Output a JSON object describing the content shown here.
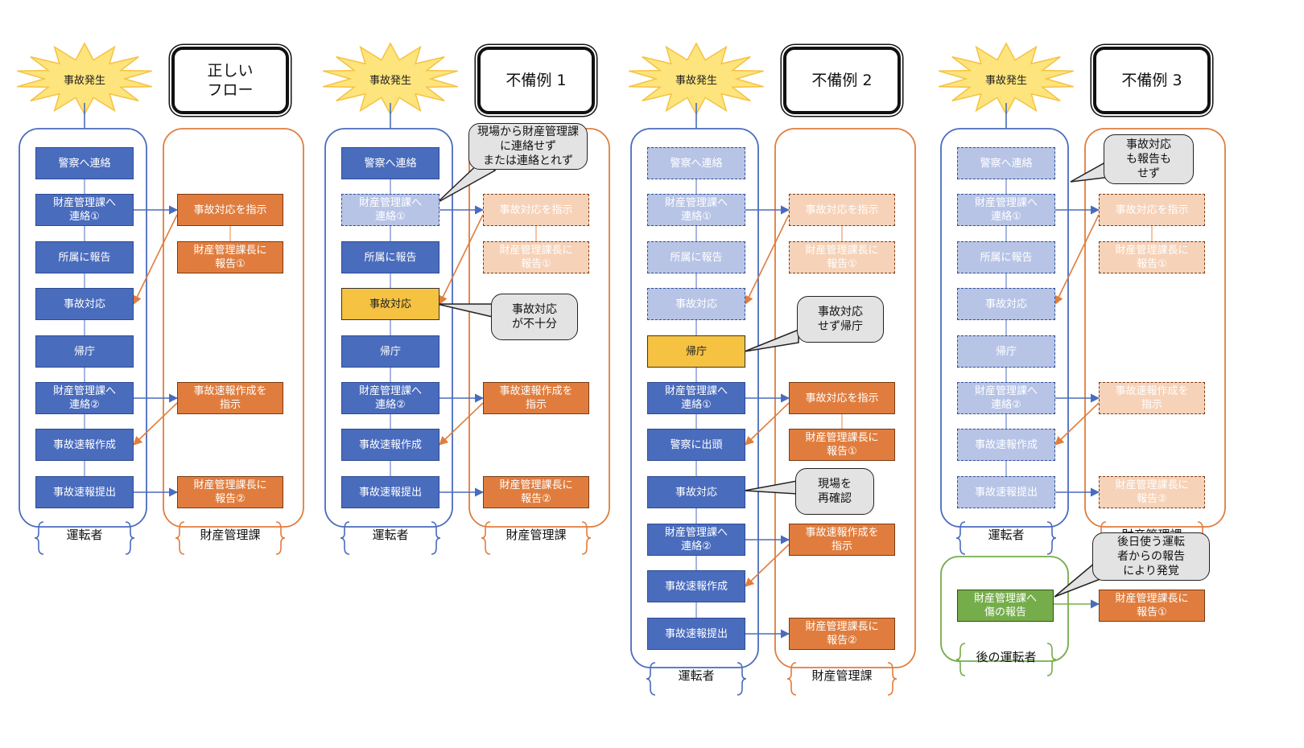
{
  "accident": "事故発生",
  "lane_driver": "運転者",
  "lane_section": "財産管理課",
  "lane_later_driver": "後の運転者",
  "colors": {
    "blue": "#4a6cbd",
    "orange": "#e07d3e",
    "yellow": "#f5c242",
    "green": "#76ad4b",
    "gray_callout": "#e3e3e3"
  },
  "panels": [
    {
      "title": "正しい\nフロー",
      "driver_steps": [
        "警察へ連絡",
        "財産管理課へ\n連絡①",
        "所属に報告",
        "事故対応",
        "帰庁",
        "財産管理課へ\n連絡②",
        "事故速報作成",
        "事故速報提出"
      ],
      "section_steps": [
        "事故対応を指示",
        "財産管理課長に\n報告①",
        "事故速報作成を\n指示",
        "財産管理課長に\n報告②"
      ]
    },
    {
      "title": "不備例 1",
      "driver_steps": [
        "警察へ連絡",
        "財産管理課へ\n連絡①",
        "所属に報告",
        "事故対応",
        "帰庁",
        "財産管理課へ\n連絡②",
        "事故速報作成",
        "事故速報提出"
      ],
      "section_steps": [
        "事故対応を指示",
        "財産管理課長に\n報告①",
        "事故速報作成を\n指示",
        "財産管理課長に\n報告②"
      ],
      "callouts": [
        "現場から財産管理課\nに連絡せず\nまたは連絡とれず",
        "事故対応\nが不十分"
      ]
    },
    {
      "title": "不備例 2",
      "driver_steps": [
        "警察へ連絡",
        "財産管理課へ\n連絡①",
        "所属に報告",
        "事故対応",
        "帰庁",
        "財産管理課へ\n連絡①",
        "警察に出頭",
        "事故対応",
        "財産管理課へ\n連絡②",
        "事故速報作成",
        "事故速報提出"
      ],
      "section_steps": [
        "事故対応を指示",
        "財産管理課長に\n報告①",
        "事故対応を指示",
        "財産管理課長に\n報告①",
        "事故速報作成を\n指示",
        "財産管理課長に\n報告②"
      ],
      "callouts": [
        "事故対応\nせず帰庁",
        "現場を\n再確認"
      ]
    },
    {
      "title": "不備例 3",
      "driver_steps": [
        "警察へ連絡",
        "財産管理課へ\n連絡①",
        "所属に報告",
        "事故対応",
        "帰庁",
        "財産管理課へ\n連絡②",
        "事故速報作成",
        "事故速報提出"
      ],
      "section_steps": [
        "事故対応を指示",
        "財産管理課長に\n報告①",
        "事故速報作成を\n指示",
        "財産管理課長に\n報告②",
        "財産管理課長に\n報告①"
      ],
      "later_driver_step": "財産管理課へ\n傷の報告",
      "callouts": [
        "事故対応\nも報告も\nせず",
        "後日使う運転\n者からの報告\nにより発覚"
      ]
    }
  ]
}
